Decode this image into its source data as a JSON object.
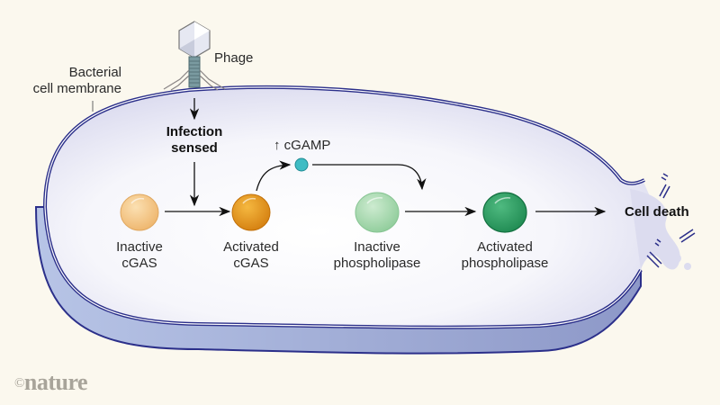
{
  "labels": {
    "phage": "Phage",
    "membrane": [
      "Bacterial",
      "cell membrane"
    ],
    "infection": [
      "Infection",
      "sensed"
    ],
    "cgamp": "↑ cGAMP",
    "inactive_cgas": [
      "Inactive",
      "cGAS"
    ],
    "activated_cgas": [
      "Activated",
      "cGAS"
    ],
    "inactive_phospholipase": [
      "Inactive",
      "phospholipase"
    ],
    "activated_phospholipase": [
      "Activated",
      "phospholipase"
    ],
    "cell_death": "Cell death"
  },
  "logo": {
    "symbol": "©",
    "text": "nature"
  },
  "colors": {
    "background": "#fbf8ee",
    "membrane": "#2b2f8a",
    "cell_fill": "#e3e3f3",
    "cell_side": "#aab6dc",
    "inactive_cgas": "#f5c98a",
    "activated_cgas": "#eb9a1e",
    "cgamp": "#3fbcc4",
    "inactive_phospholipase": "#a9d9b0",
    "activated_phospholipase": "#2f9e63"
  }
}
